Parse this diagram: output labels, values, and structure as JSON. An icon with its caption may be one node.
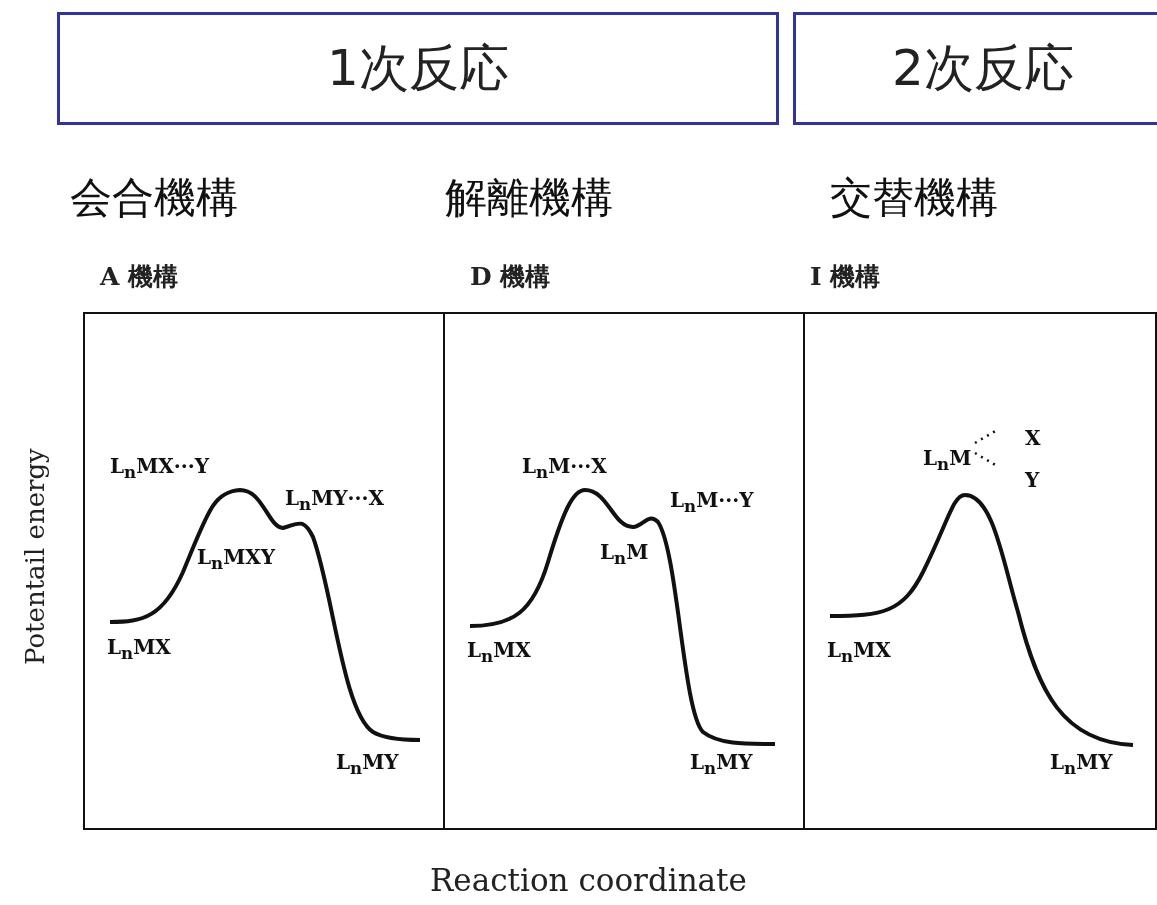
{
  "diagram": {
    "nodes": [
      {
        "text": [
          "1次反応"
        ]
      },
      {
        "text": [
          "2次反応"
        ]
      },
      {
        "text": [
          "会合機構",
          "A 機構",
          "L$_{n}$MX···Y",
          "L$_{n}$MY···X",
          "L$_{n}$MXY",
          "L$_{n}$MX",
          "L$_{n}$MY"
        ]
      },
      {
        "text": [
          "解離機構",
          "D 機構",
          "L$_{n}$M···X",
          "L$_{n}$M···Y",
          "L$_{n}$M",
          "L$_{n}$MX",
          "L$_{n}$MY"
        ]
      },
      {
        "text": [
          "交替機構",
          "I 機構",
          "L$_{n}$M",
          "X",
          "Y",
          "L$_{n}$MX",
          "L$_{n}$MY"
        ]
      }
    ],
    "edges": [],
    "labels": [
      "Potentail energy",
      "Reaction coordinate"
    ]
  }
}
